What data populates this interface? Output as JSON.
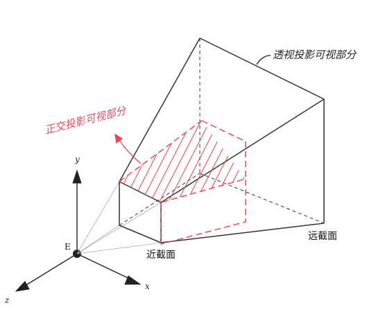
{
  "axes": {
    "x": "x",
    "y": "y",
    "z": "z"
  },
  "eye_point": "E",
  "labels": {
    "near_plane": "近截面",
    "far_plane": "远截面",
    "perspective_volume": "透视投影可视部分",
    "orthographic_volume": "正交投影可视部分"
  },
  "colors": {
    "line": "#333333",
    "annotation_red": "#e4485a",
    "sight_line": "#aaaaaa"
  }
}
